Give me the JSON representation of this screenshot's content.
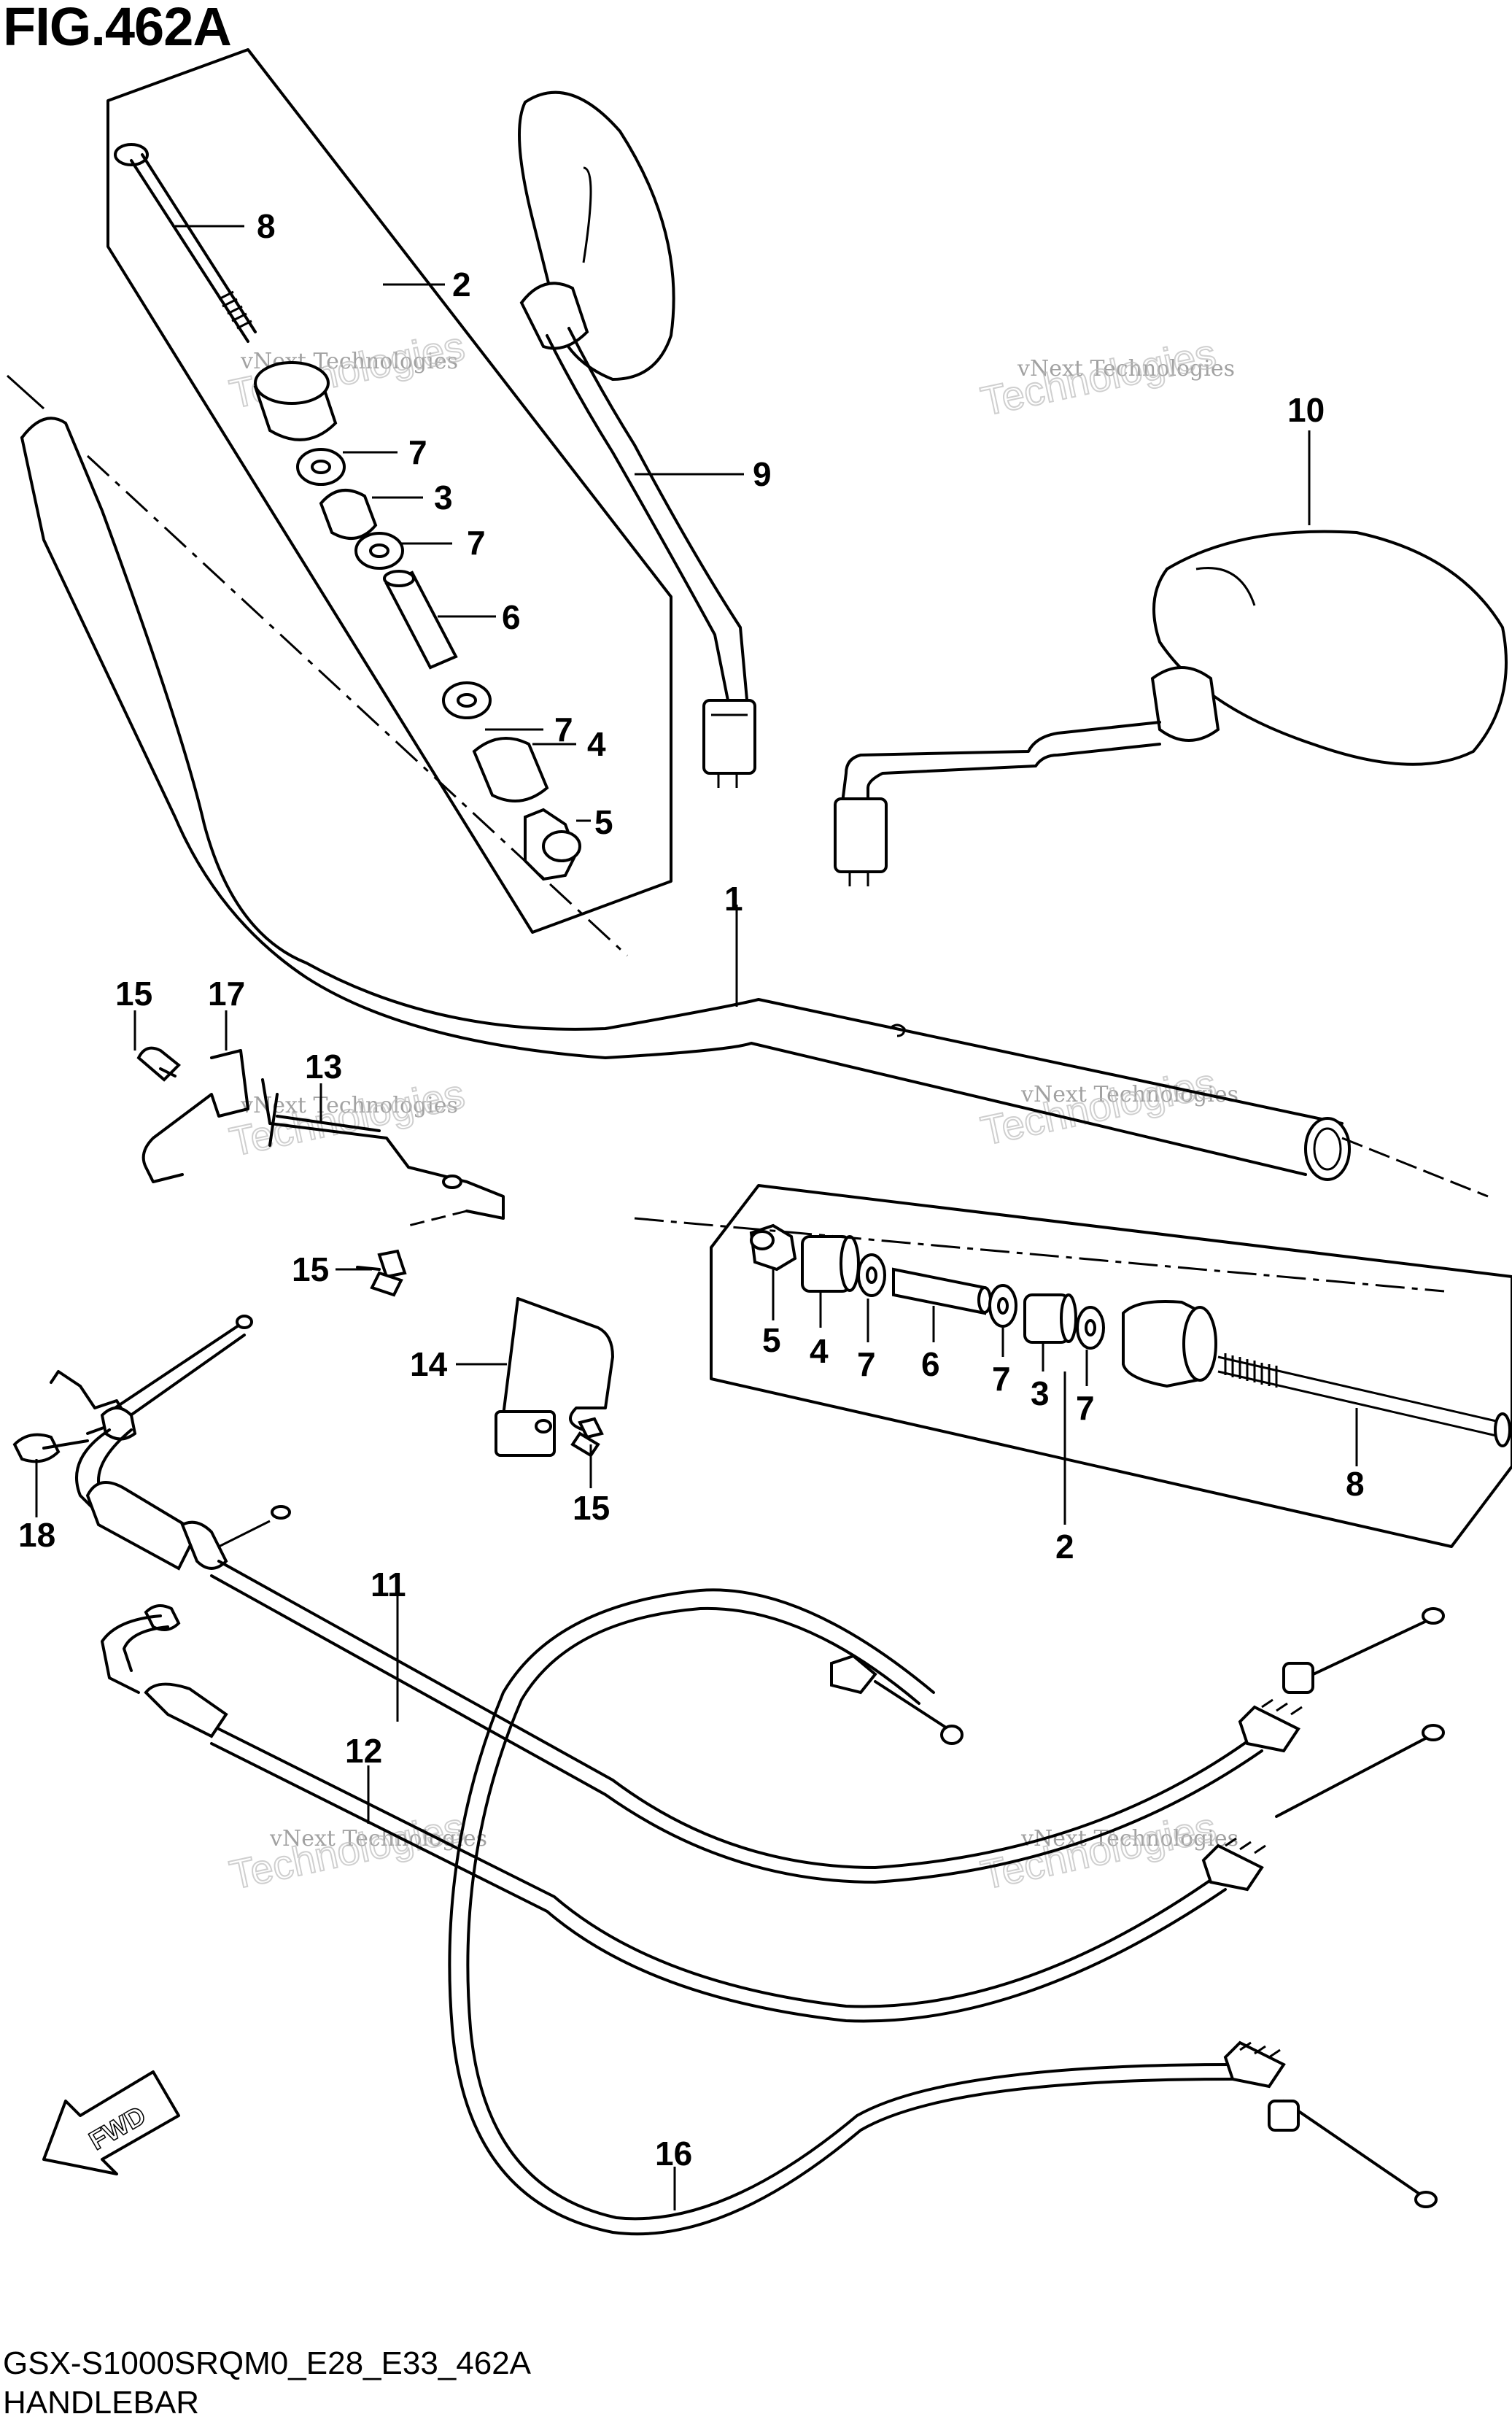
{
  "header": {
    "title": "FIG.462A"
  },
  "footer": {
    "code": "GSX-S1000SRQM0_E28_E33_462A",
    "name": "HANDLEBAR"
  },
  "watermark": {
    "line1": "vNext Technologies",
    "line2": "Technologies"
  },
  "fwd_label": "FWD",
  "callouts": [
    {
      "id": "c8a",
      "text": "8"
    },
    {
      "id": "c2a",
      "text": "2"
    },
    {
      "id": "c7a",
      "text": "7"
    },
    {
      "id": "c3a",
      "text": "3"
    },
    {
      "id": "c7b",
      "text": "7"
    },
    {
      "id": "c6a",
      "text": "6"
    },
    {
      "id": "c7c",
      "text": "7"
    },
    {
      "id": "c4a",
      "text": "4"
    },
    {
      "id": "c5a",
      "text": "5"
    },
    {
      "id": "c9",
      "text": "9"
    },
    {
      "id": "c10",
      "text": "10"
    },
    {
      "id": "c1",
      "text": "1"
    },
    {
      "id": "c15a",
      "text": "15"
    },
    {
      "id": "c17",
      "text": "17"
    },
    {
      "id": "c13",
      "text": "13"
    },
    {
      "id": "c15b",
      "text": "15"
    },
    {
      "id": "c14",
      "text": "14"
    },
    {
      "id": "c15c",
      "text": "15"
    },
    {
      "id": "c18",
      "text": "18"
    },
    {
      "id": "c5b",
      "text": "5"
    },
    {
      "id": "c4b",
      "text": "4"
    },
    {
      "id": "c7d",
      "text": "7"
    },
    {
      "id": "c6b",
      "text": "6"
    },
    {
      "id": "c7e",
      "text": "7"
    },
    {
      "id": "c3b",
      "text": "3"
    },
    {
      "id": "c7f",
      "text": "7"
    },
    {
      "id": "c8b",
      "text": "8"
    },
    {
      "id": "c2b",
      "text": "2"
    },
    {
      "id": "c11",
      "text": "11"
    },
    {
      "id": "c12",
      "text": "12"
    },
    {
      "id": "c16",
      "text": "16"
    }
  ]
}
